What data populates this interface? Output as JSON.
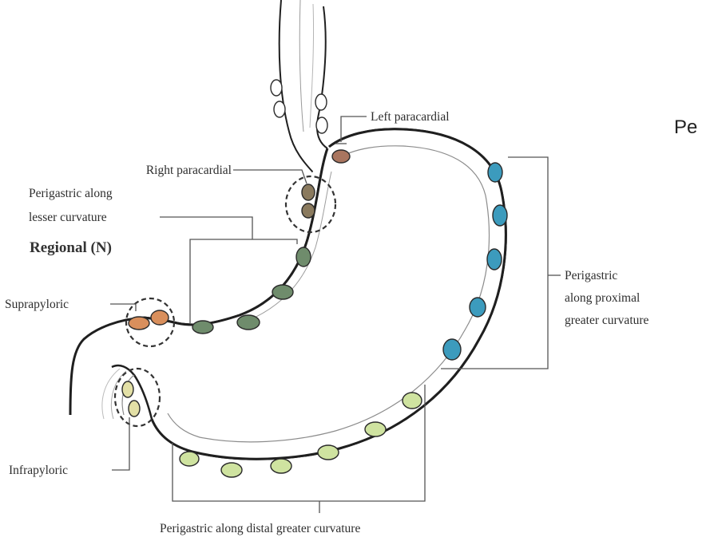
{
  "labels": {
    "left_paracardial": "Left paracardial",
    "right_paracardial": "Right paracardial",
    "perigastric_lesser_1": "Perigastric along",
    "perigastric_lesser_2": "lesser curvature",
    "regional": "Regional (N)",
    "suprapyloric": "Suprapyloric",
    "infrapyloric": "Infrapyloric",
    "perigastric_greater_1": "Perigastric",
    "perigastric_greater_2": "along proximal",
    "perigastric_greater_3": "greater curvature",
    "perigastric_distal": "Perigastric along distal greater curvature",
    "cropped_text": "Pe"
  },
  "colors": {
    "background": "#ffffff",
    "stomach_fill": "#ffffff",
    "outline": "#1f1f1f",
    "left_paracardial_node": "#a9755f",
    "right_paracardial_node": "#8a7a5e",
    "lesser_curvature_node": "#6f8c6c",
    "suprapyloric_node": "#d98f5c",
    "infrapyloric_node": "#e3e0a6",
    "proximal_greater_node": "#3c9bbd",
    "distal_greater_node": "#cfe3a0"
  }
}
